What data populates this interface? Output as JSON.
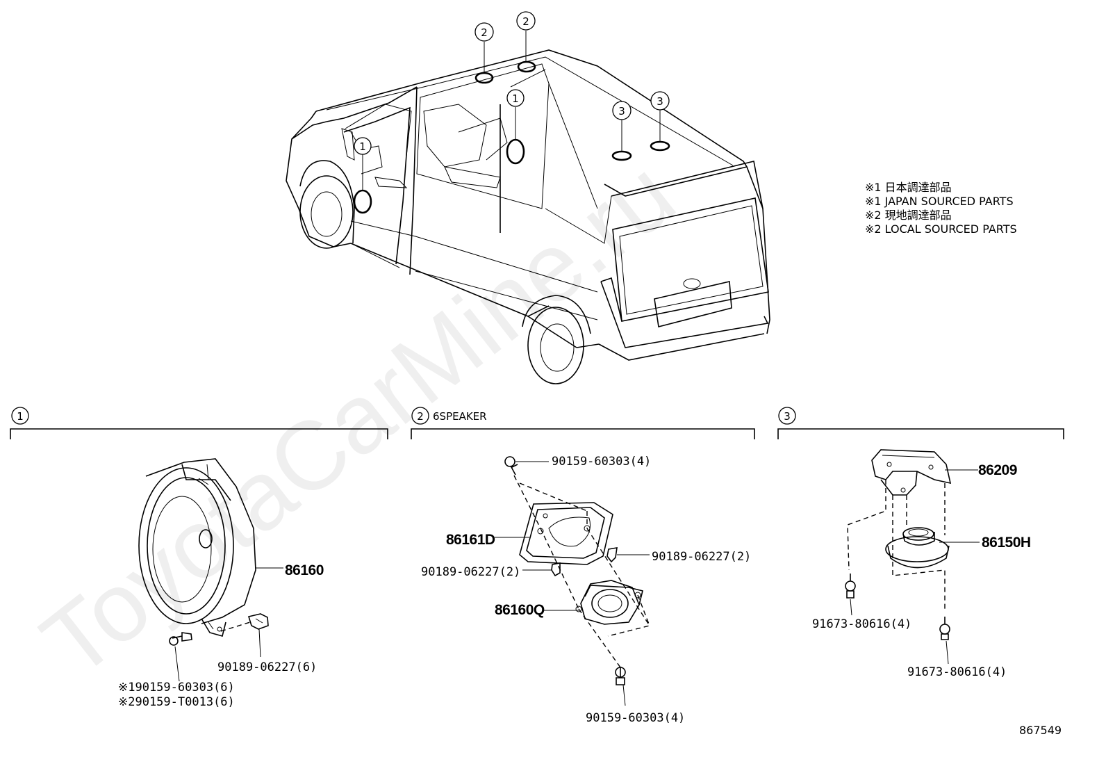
{
  "watermark": "ToyotaCarMine.ru",
  "notes": [
    "※1 日本調達部品",
    "※1 JAPAN SOURCED PARTS",
    "※2 現地調達部品",
    "※2 LOCAL SOURCED PARTS"
  ],
  "callouts": {
    "c1a": "1",
    "c1b": "1",
    "c2a": "2",
    "c2b": "2",
    "c3a": "3",
    "c3b": "3"
  },
  "sections": {
    "s1": {
      "marker": "1",
      "title": ""
    },
    "s2": {
      "marker": "2",
      "title": "6SPEAKER"
    },
    "s3": {
      "marker": "3",
      "title": ""
    }
  },
  "parts": {
    "p86160": "86160",
    "p90189_6": "90189-06227(6)",
    "p_note1": "※190159-60303(6)",
    "p_note2": "※290159-T0013(6)",
    "p90159_top": "90159-60303(4)",
    "p86161D": "86161D",
    "p90189_2r": "90189-06227(2)",
    "p90189_2l": "90189-06227(2)",
    "p86160Q": "86160Q",
    "p90159_bot": "90159-60303(4)",
    "p86209": "86209",
    "p86150H": "86150H",
    "p91673_l": "91673-80616(4)",
    "p91673_r": "91673-80616(4)"
  },
  "diagram_id": "867549"
}
